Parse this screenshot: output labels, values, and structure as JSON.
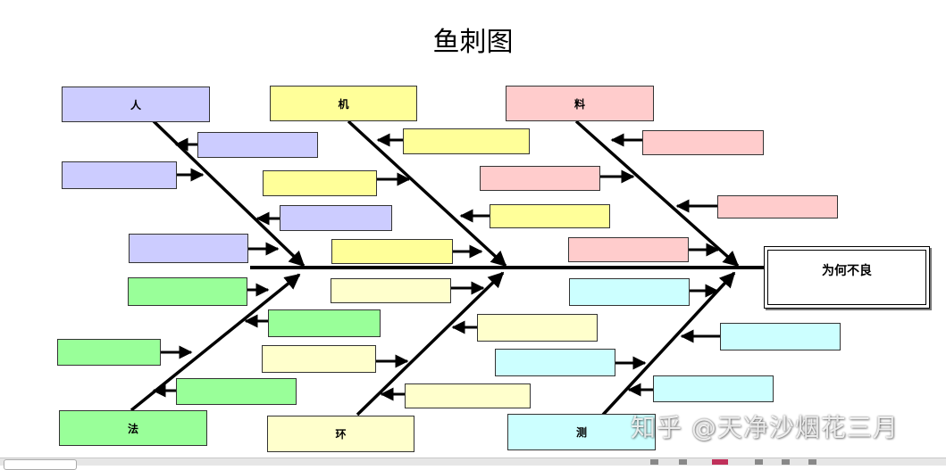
{
  "title": "鱼刺图",
  "effect": "为何不良",
  "categories": {
    "people": "人",
    "machine": "机",
    "material": "料",
    "method": "法",
    "environment": "环",
    "measurement": "测"
  },
  "colors": {
    "people": "#ccccff",
    "machine": "#ffff99",
    "material": "#ffcccc",
    "method": "#99ff99",
    "environment": "#ffffcc",
    "measurement": "#ccffff"
  },
  "watermark": "知乎 @天净沙烟花三月"
}
